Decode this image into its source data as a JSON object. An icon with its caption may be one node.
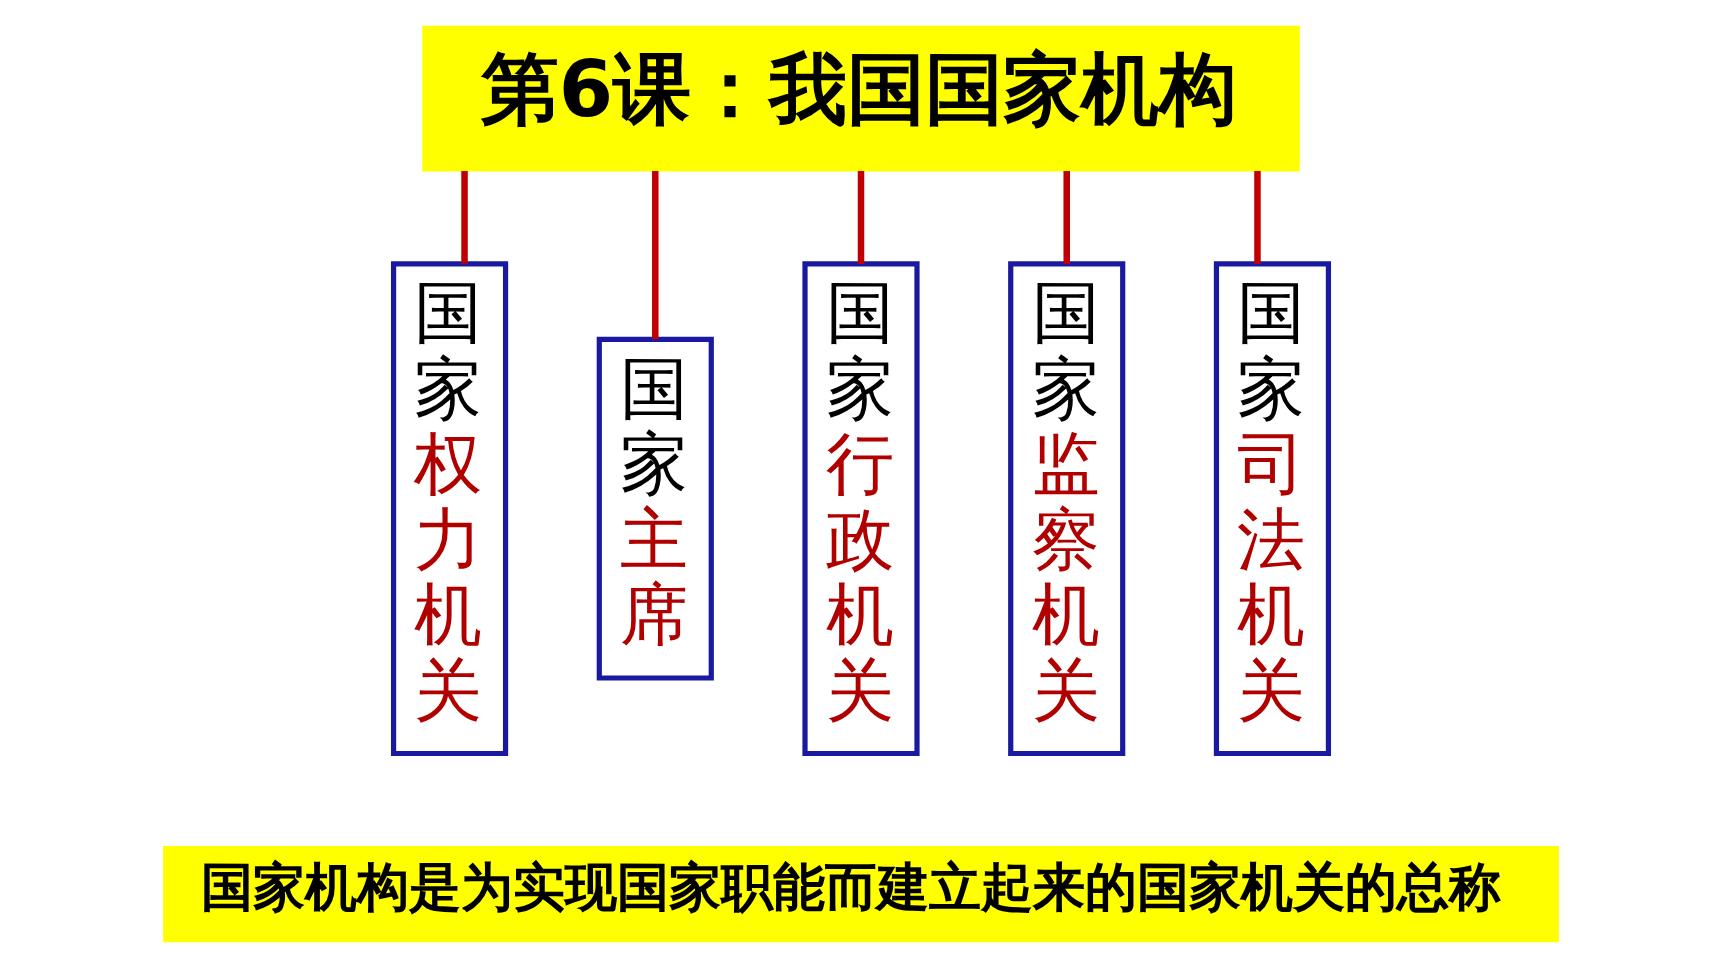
{
  "diagram": {
    "nodes": [
      {
        "text": [
          "第6课：我国国家机构"
        ]
      },
      {
        "text": [
          "国家",
          "权力机关"
        ]
      },
      {
        "text": [
          "国家",
          "主席"
        ]
      },
      {
        "text": [
          "国家",
          "行政机关"
        ]
      },
      {
        "text": [
          "国家",
          "监察机关"
        ]
      },
      {
        "text": [
          "国家",
          "司法机关"
        ]
      },
      {
        "text": [
          "国家机构是为实现国家职能而建立起来的国家机关的总称"
        ]
      }
    ],
    "edges": [
      {
        "from": 0,
        "to": 1,
        "arrow": "none"
      },
      {
        "from": 0,
        "to": 2,
        "arrow": "none"
      },
      {
        "from": 0,
        "to": 3,
        "arrow": "none"
      },
      {
        "from": 0,
        "to": 4,
        "arrow": "none"
      },
      {
        "from": 0,
        "to": 5,
        "arrow": "none"
      }
    ]
  }
}
